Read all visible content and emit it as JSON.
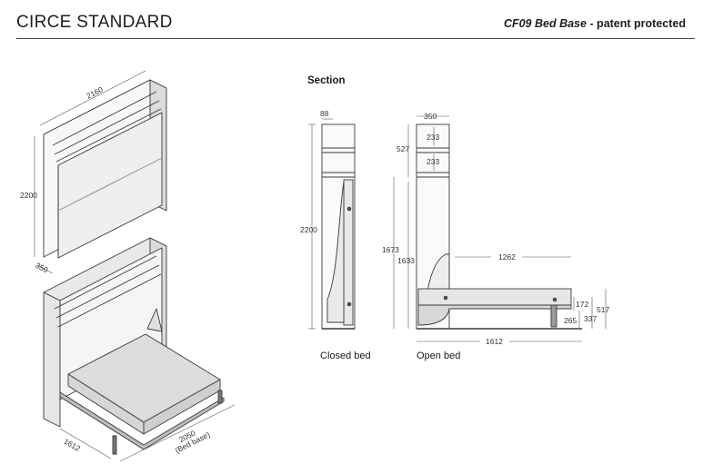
{
  "header": {
    "title": "CIRCE STANDARD",
    "subtitle_model": "CF09 Bed Base",
    "subtitle_rest": " - patent protected"
  },
  "iso_closed": {
    "width": "2160",
    "height": "2200",
    "depth": "350"
  },
  "iso_open": {
    "depth": "1612",
    "length": "2050",
    "length_note": "(Bed base)"
  },
  "section": {
    "heading": "Section",
    "closed": {
      "top_depth": "88",
      "height": "2200",
      "caption": "Closed bed"
    },
    "open": {
      "depth": "350",
      "shelf1": "233",
      "shelf2": "233",
      "top_block": "527",
      "h1": "1673",
      "h2": "1633",
      "reach": "1262",
      "length": "1612",
      "d1": "172",
      "d2": "265",
      "d3": "337",
      "d4": "517",
      "caption": "Open bed"
    }
  },
  "colors": {
    "line": "#3a3a3a",
    "panel": "#f2f2f2",
    "mattress": "#dedede",
    "dim": "#555555"
  }
}
